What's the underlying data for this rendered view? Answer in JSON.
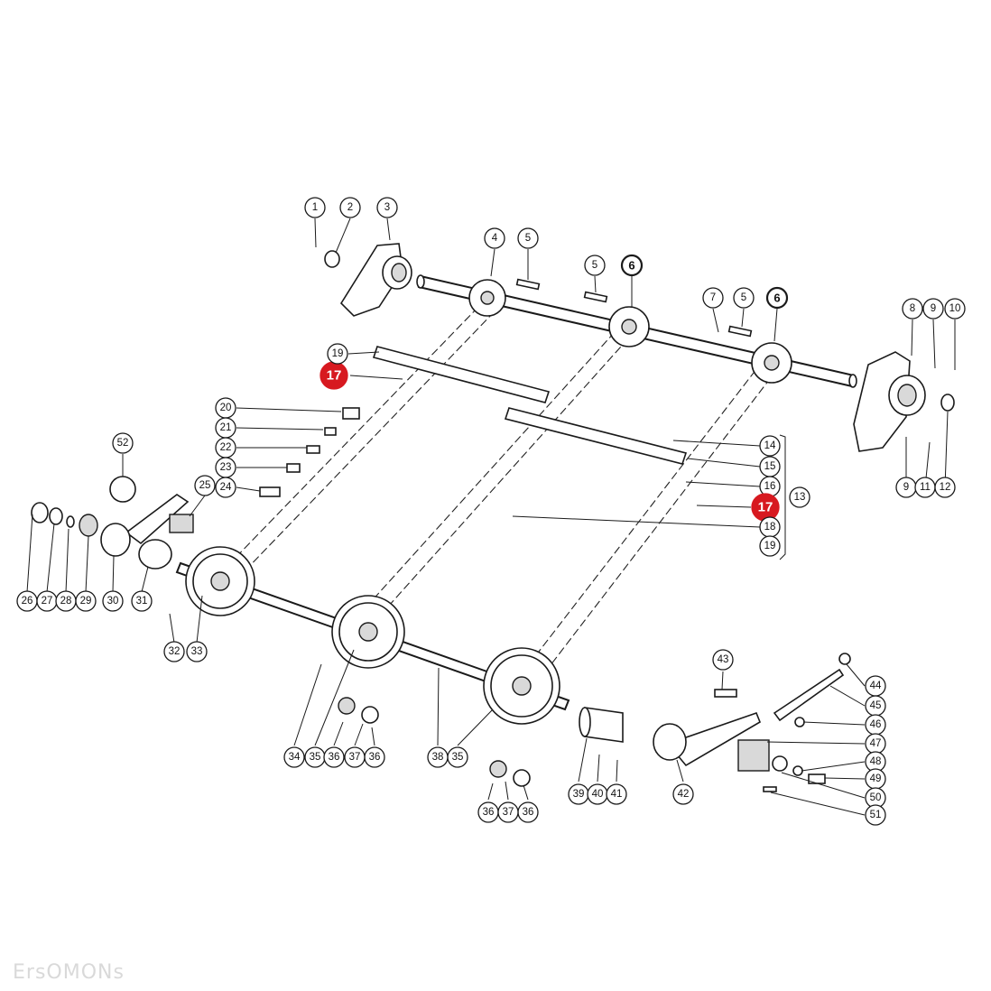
{
  "diagram": {
    "watermark": "ErsOMONs",
    "callouts": [
      {
        "id": "c1",
        "label": "1"
      },
      {
        "id": "c2",
        "label": "2"
      },
      {
        "id": "c3",
        "label": "3"
      },
      {
        "id": "c4",
        "label": "4"
      },
      {
        "id": "c5a",
        "label": "5"
      },
      {
        "id": "c5b",
        "label": "5"
      },
      {
        "id": "c5c",
        "label": "5"
      },
      {
        "id": "c6a",
        "label": "6"
      },
      {
        "id": "c6b",
        "label": "6"
      },
      {
        "id": "c7",
        "label": "7"
      },
      {
        "id": "c8",
        "label": "8"
      },
      {
        "id": "c9a",
        "label": "9"
      },
      {
        "id": "c9b",
        "label": "9"
      },
      {
        "id": "c10",
        "label": "10"
      },
      {
        "id": "c11",
        "label": "11"
      },
      {
        "id": "c12",
        "label": "12"
      },
      {
        "id": "c13",
        "label": "13"
      },
      {
        "id": "c14",
        "label": "14"
      },
      {
        "id": "c15",
        "label": "15"
      },
      {
        "id": "c16",
        "label": "16"
      },
      {
        "id": "c17a",
        "label": "17"
      },
      {
        "id": "c17b",
        "label": "17"
      },
      {
        "id": "c18",
        "label": "18"
      },
      {
        "id": "c19a",
        "label": "19"
      },
      {
        "id": "c19b",
        "label": "19"
      },
      {
        "id": "c20",
        "label": "20"
      },
      {
        "id": "c21",
        "label": "21"
      },
      {
        "id": "c22",
        "label": "22"
      },
      {
        "id": "c23",
        "label": "23"
      },
      {
        "id": "c24",
        "label": "24"
      },
      {
        "id": "c25",
        "label": "25"
      },
      {
        "id": "c26",
        "label": "26"
      },
      {
        "id": "c27",
        "label": "27"
      },
      {
        "id": "c28",
        "label": "28"
      },
      {
        "id": "c29",
        "label": "29"
      },
      {
        "id": "c30",
        "label": "30"
      },
      {
        "id": "c31",
        "label": "31"
      },
      {
        "id": "c32",
        "label": "32"
      },
      {
        "id": "c33",
        "label": "33"
      },
      {
        "id": "c34",
        "label": "34"
      },
      {
        "id": "c35a",
        "label": "35"
      },
      {
        "id": "c35b",
        "label": "35"
      },
      {
        "id": "c36a",
        "label": "36"
      },
      {
        "id": "c36b",
        "label": "36"
      },
      {
        "id": "c36c",
        "label": "36"
      },
      {
        "id": "c36d",
        "label": "36"
      },
      {
        "id": "c37a",
        "label": "37"
      },
      {
        "id": "c37b",
        "label": "37"
      },
      {
        "id": "c38",
        "label": "38"
      },
      {
        "id": "c39",
        "label": "39"
      },
      {
        "id": "c40",
        "label": "40"
      },
      {
        "id": "c41",
        "label": "41"
      },
      {
        "id": "c42",
        "label": "42"
      },
      {
        "id": "c43",
        "label": "43"
      },
      {
        "id": "c44",
        "label": "44"
      },
      {
        "id": "c45",
        "label": "45"
      },
      {
        "id": "c46",
        "label": "46"
      },
      {
        "id": "c47",
        "label": "47"
      },
      {
        "id": "c48",
        "label": "48"
      },
      {
        "id": "c49",
        "label": "49"
      },
      {
        "id": "c50",
        "label": "50"
      },
      {
        "id": "c51",
        "label": "51"
      },
      {
        "id": "c52",
        "label": "52"
      }
    ],
    "highlight_color": "#d71920"
  }
}
